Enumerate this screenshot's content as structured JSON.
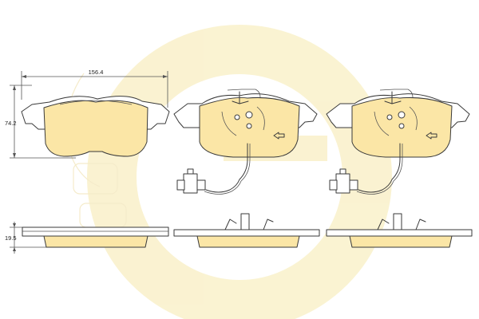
{
  "dimensions": {
    "width_label": "156.4",
    "height_label": "74.2",
    "thickness_label": "19.5"
  },
  "colors": {
    "pad_friction": "#fbe6a6",
    "watermark": "#f6e9ad",
    "outline": "#3a3a3a"
  },
  "views": {
    "front": "pad-front-view",
    "back_left": "pad-back-view-with-wear-sensor",
    "back_right": "pad-back-view-with-wear-sensor",
    "side": "pad-side-views"
  }
}
